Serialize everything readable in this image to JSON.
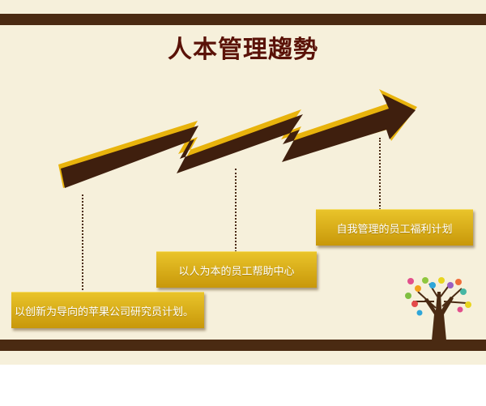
{
  "slide": {
    "title": "人本管理趨勢"
  },
  "steps": [
    {
      "label": "以创新为导向的苹果公司研究员计划。"
    },
    {
      "label": "以人为本的员工帮助中心"
    },
    {
      "label": "自我管理的员工福利计划"
    }
  ],
  "colors": {
    "band": "#4a2a12",
    "arrow": "#3f1f0e",
    "arrow_edge": "#e8b30c",
    "step_fill": "#d9ad17",
    "title": "#5a1208",
    "background": "#f6f0db"
  },
  "decoration": {
    "tree_icon": "tree-with-colorful-leaves-icon"
  }
}
